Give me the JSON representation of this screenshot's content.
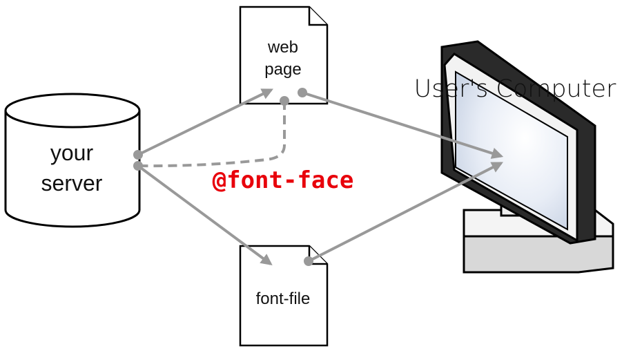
{
  "server": {
    "line1": "your",
    "line2": "server"
  },
  "web_page": {
    "line1": "web",
    "line2": "page"
  },
  "font_file": {
    "label": "font-file"
  },
  "computer": {
    "label": "User's Computer"
  },
  "font_face": {
    "label": "@font-face"
  },
  "colors": {
    "arrow": "#999999",
    "font_face": "#e8000b",
    "screen_center": "#ffffff",
    "screen_edge": "#c8d3e4",
    "outline": "#000000"
  },
  "icons": [
    "database-cylinder-icon",
    "document-icon",
    "computer-monitor-icon"
  ]
}
